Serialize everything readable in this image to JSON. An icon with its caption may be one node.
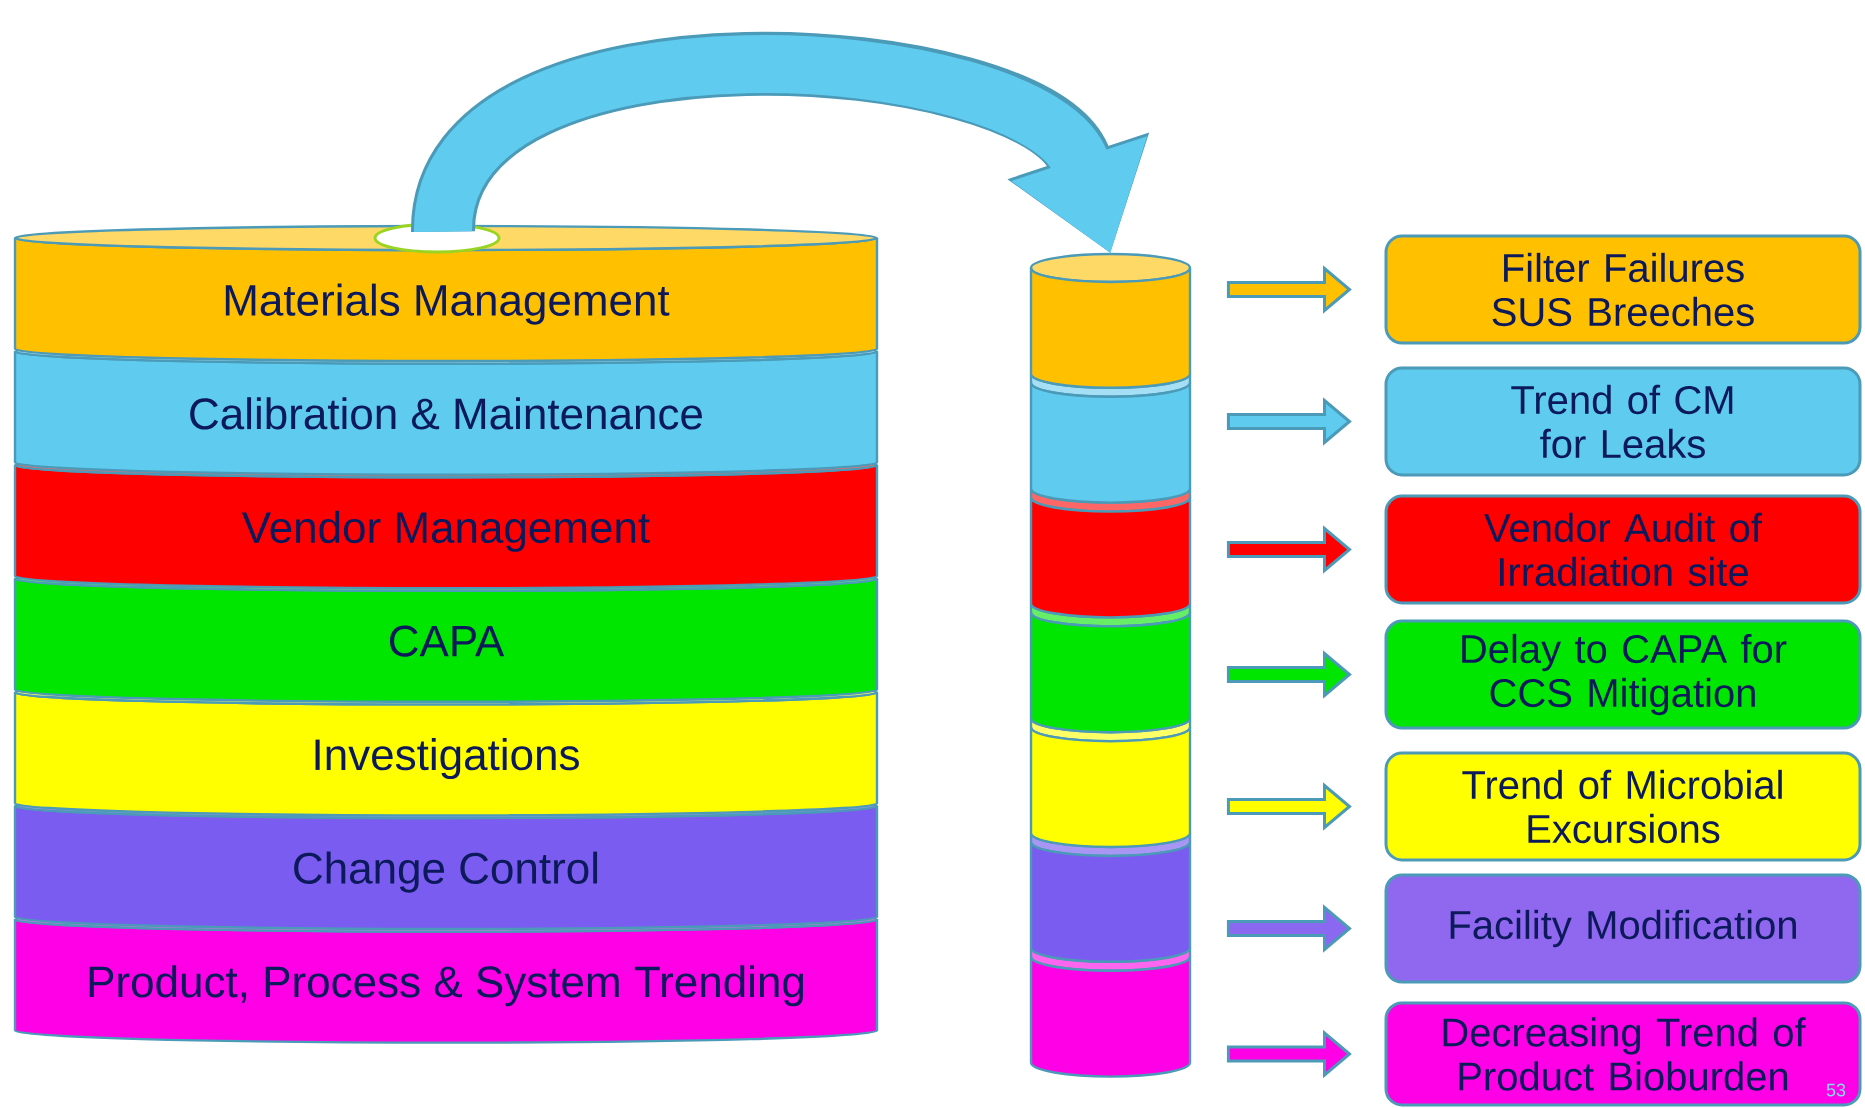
{
  "diagram": {
    "nodes": [
      {
        "text": [
          "Materials Management"
        ]
      },
      {
        "text": [
          "Calibration & Maintenance"
        ]
      },
      {
        "text": [
          "Vendor Management"
        ]
      },
      {
        "text": [
          "CAPA"
        ]
      },
      {
        "text": [
          "Investigations"
        ]
      },
      {
        "text": [
          "Change Control"
        ]
      },
      {
        "text": [
          "Product, Process & System Trending"
        ]
      },
      {
        "text": [],
        "shape": "cylinder"
      },
      {
        "text": [],
        "shape": "cylinder"
      },
      {
        "text": [],
        "shape": "cylinder"
      },
      {
        "text": [],
        "shape": "cylinder"
      },
      {
        "text": [],
        "shape": "cylinder"
      },
      {
        "text": [],
        "shape": "cylinder"
      },
      {
        "text": [],
        "shape": "cylinder"
      },
      {
        "text": [
          "Filter Failures SUS Breeches"
        ]
      },
      {
        "text": [
          "Trend of CM for Leaks"
        ]
      },
      {
        "text": [
          "Vendor Audit of Irradiation site"
        ]
      },
      {
        "text": [
          "Delay to CAPA for CCS Mitigation"
        ]
      },
      {
        "text": [
          "Trend of Microbial Excursions"
        ]
      },
      {
        "text": [
          "Facility Modification"
        ]
      },
      {
        "text": [
          "Decreasing Trend of Product Bioburden"
        ]
      }
    ],
    "edges": [
      {
        "from": 0,
        "to": 7,
        "arrow": "to",
        "color": "#5ecbef"
      },
      {
        "from": 7,
        "to": 14,
        "arrow": "to",
        "color": "#ffc000"
      },
      {
        "from": 8,
        "to": 15,
        "arrow": "to",
        "color": "#5ecbef"
      },
      {
        "from": 9,
        "to": 16,
        "arrow": "to",
        "color": "#ff0000"
      },
      {
        "from": 10,
        "to": 17,
        "arrow": "to",
        "color": "#00e600"
      },
      {
        "from": 11,
        "to": 18,
        "arrow": "to",
        "color": "#ffff00"
      },
      {
        "from": 12,
        "to": 19,
        "arrow": "to",
        "color": "#8a68f0"
      },
      {
        "from": 13,
        "to": 20,
        "arrow": "to",
        "color": "#ff00e6"
      }
    ],
    "labels": [
      "53"
    ]
  }
}
